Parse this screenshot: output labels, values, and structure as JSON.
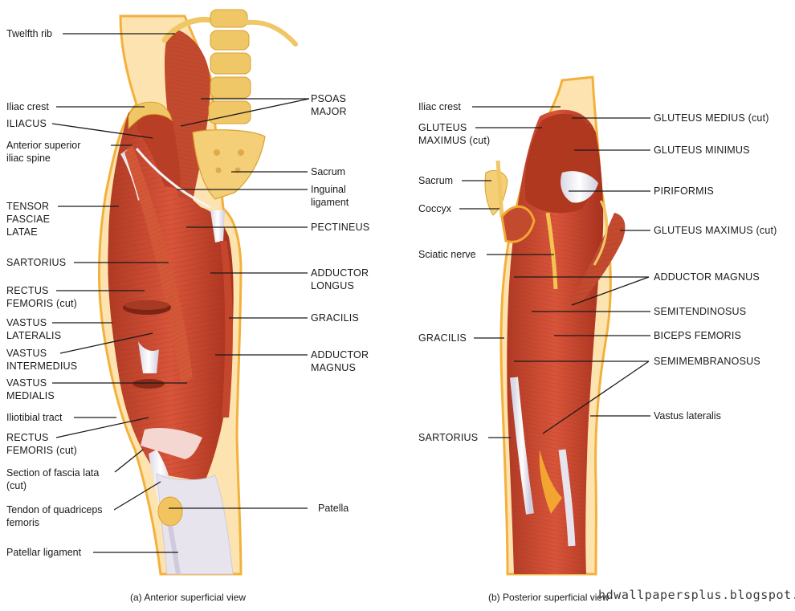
{
  "palette": {
    "muscle": "#c8442c",
    "muscle_dark": "#8e2a1a",
    "muscle_light": "#e06a4c",
    "fat": "#f2a530",
    "fat_light": "#f9cc74",
    "bone": "#f0c766",
    "bone_light": "#fbe3a4",
    "tendon": "#eceaf2",
    "skin_outline": "#f3b13c",
    "leader": "#1a1a1a"
  },
  "anterior": {
    "caption": "(a) Anterior superficial view",
    "labels": {
      "twelfth_rib": "Twelfth rib",
      "iliac_crest": "Iliac crest",
      "iliacus": "ILIACUS",
      "asis": "Anterior superior\niliac spine",
      "tfl": "TENSOR\nFASCIAE\nLATAE",
      "sartorius": "SARTORIUS",
      "rectus_femoris_cut": "RECTUS\nFEMORIS (cut)",
      "vastus_lateralis": "VASTUS\nLATERALIS",
      "vastus_intermedius": "VASTUS\nINTERMEDIUS",
      "vastus_medialis": "VASTUS\nMEDIALIS",
      "iliotibial_tract": "Iliotibial tract",
      "rectus_femoris_cut2": "RECTUS\nFEMORIS (cut)",
      "fascia_lata": "Section of fascia lata\n(cut)",
      "quad_tendon": "Tendon of quadriceps\nfemoris",
      "patellar_ligament": "Patellar ligament",
      "psoas_major": "PSOAS\nMAJOR",
      "sacrum": "Sacrum",
      "inguinal_ligament": "Inguinal\nligament",
      "pectineus": "PECTINEUS",
      "adductor_longus": "ADDUCTOR\nLONGUS",
      "gracilis": "GRACILIS",
      "adductor_magnus": "ADDUCTOR\nMAGNUS",
      "patella": "Patella"
    }
  },
  "posterior": {
    "caption": "(b) Posterior superficial view",
    "labels": {
      "iliac_crest": "Iliac crest",
      "gluteus_maximus_cut_left": "GLUTEUS\nMAXIMUS (cut)",
      "sacrum": "Sacrum",
      "coccyx": "Coccyx",
      "sciatic_nerve": "Sciatic nerve",
      "gracilis": "GRACILIS",
      "sartorius": "SARTORIUS",
      "gluteus_medius_cut": "GLUTEUS MEDIUS (cut)",
      "gluteus_minimus": "GLUTEUS MINIMUS",
      "piriformis": "PIRIFORMIS",
      "gluteus_maximus_cut_right": "GLUTEUS MAXIMUS (cut)",
      "adductor_magnus": "ADDUCTOR MAGNUS",
      "semitendinosus": "SEMITENDINOSUS",
      "biceps_femoris": "BICEPS FEMORIS",
      "semimembranosus": "SEMIMEMBRANOSUS",
      "vastus_lateralis": "Vastus lateralis"
    }
  },
  "watermark": "hdwallpapersplus.blogspot.com"
}
